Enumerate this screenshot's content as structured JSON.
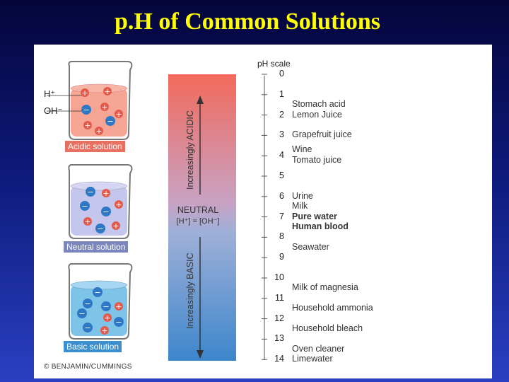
{
  "title": "p.H of Common Solutions",
  "ions": {
    "h": "H⁺",
    "oh": "OH⁻"
  },
  "solutions": [
    "Acidic solution",
    "Neutral solution",
    "Basic solution"
  ],
  "bar": {
    "acidic": "Increasingly ACIDIC",
    "neutral": "NEUTRAL",
    "neutral_eq": "[H⁺] = [OH⁻]",
    "basic": "Increasingly BASIC"
  },
  "scale": {
    "title": "pH scale",
    "numbers": [
      "0",
      "1",
      "2",
      "3",
      "4",
      "5",
      "6",
      "7",
      "8",
      "9",
      "10",
      "11",
      "12",
      "13",
      "14"
    ]
  },
  "substances": [
    {
      "name": "Stomach acid",
      "ph": 1.5
    },
    {
      "name": "Lemon Juice",
      "ph": 2.0
    },
    {
      "name": "Grapefruit juice",
      "ph": 3.0
    },
    {
      "name": "Wine",
      "ph": 3.7
    },
    {
      "name": "Tomato juice",
      "ph": 4.25
    },
    {
      "name": "Urine",
      "ph": 6.0
    },
    {
      "name": "Milk",
      "ph": 6.5
    },
    {
      "name": "Pure water",
      "ph": 7.0
    },
    {
      "name": "Human blood",
      "ph": 7.5
    },
    {
      "name": "Seawater",
      "ph": 8.5
    },
    {
      "name": "Milk of magnesia",
      "ph": 10.5
    },
    {
      "name": "Household ammonia",
      "ph": 11.5
    },
    {
      "name": "Household bleach",
      "ph": 12.5
    },
    {
      "name": "Oven cleaner",
      "ph": 13.5
    },
    {
      "name": "Limewater",
      "ph": 14.0
    }
  ],
  "copyright": "© BENJAMIN/CUMMINGS",
  "colors": {
    "acid": "#f08070",
    "neutral": "#c8c8ec",
    "base": "#7fc0e6",
    "label_bg": "#e87060",
    "label_neutral_bg": "#7a86bc",
    "label_base_bg": "#3c8fcf"
  }
}
